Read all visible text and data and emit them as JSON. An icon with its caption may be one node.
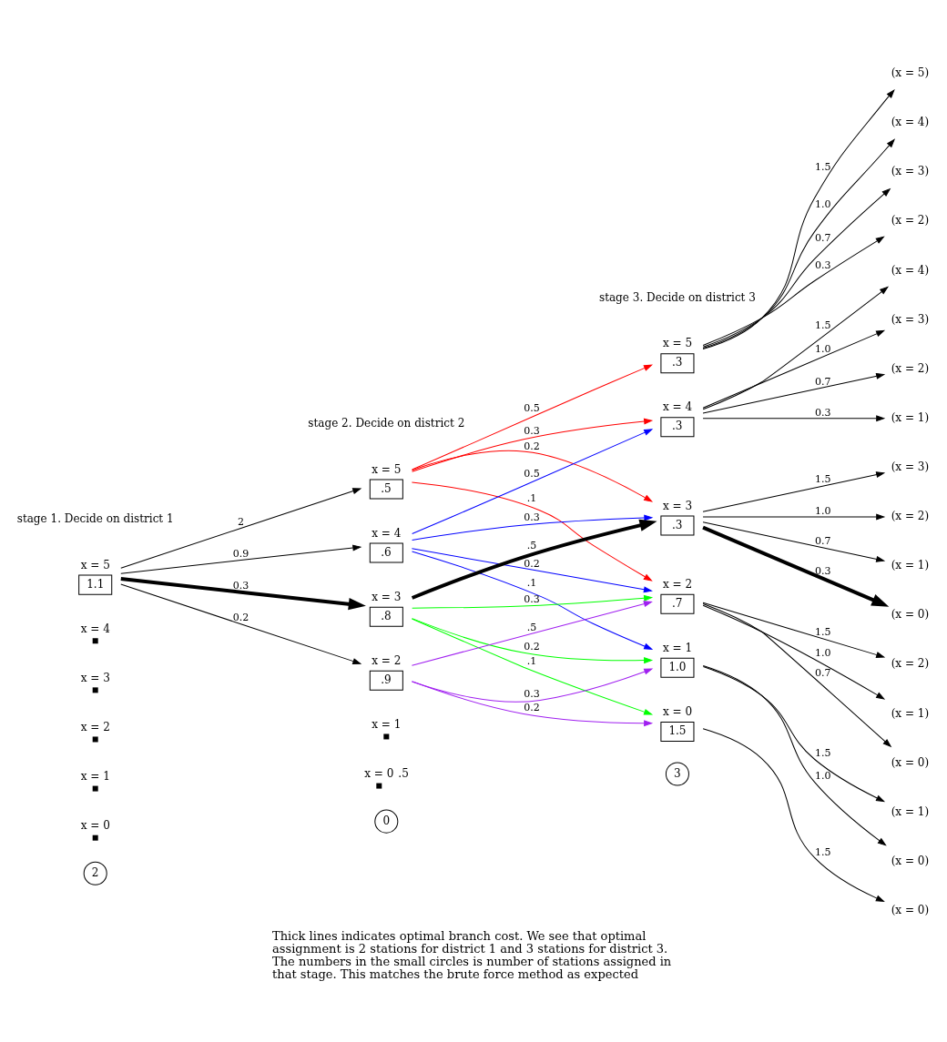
{
  "diagram": {
    "caption": "Thick lines indicates optimal branch cost. We see that optimal assignment is 2 stations for district 1 and 3 stations for district 3. The numbers in the small circles is number of stations assigned in that stage. This matches the brute force method as expected",
    "nodes": [
      {
        "text": [
          "x = 5",
          "1.1"
        ]
      },
      {
        "text": [
          "x = 4"
        ]
      },
      {
        "text": [
          "x = 3"
        ]
      },
      {
        "text": [
          "x = 2"
        ]
      },
      {
        "text": [
          "x = 1"
        ]
      },
      {
        "text": [
          "x = 0"
        ]
      },
      {
        "text": [
          "x = 5",
          ".5"
        ]
      },
      {
        "text": [
          "x = 4",
          ".6"
        ]
      },
      {
        "text": [
          "x = 3",
          ".8"
        ]
      },
      {
        "text": [
          "x = 2",
          ".9"
        ]
      },
      {
        "text": [
          "x = 1"
        ]
      },
      {
        "text": [
          "x = 0"
        ],
        "beside": [
          ".5"
        ]
      },
      {
        "text": [
          "x = 5",
          ".3"
        ]
      },
      {
        "text": [
          "x = 4",
          ".3"
        ]
      },
      {
        "text": [
          "x = 3",
          ".3"
        ]
      },
      {
        "text": [
          "x = 2",
          ".7"
        ]
      },
      {
        "text": [
          "x = 1",
          "1.0"
        ]
      },
      {
        "text": [
          "x = 0",
          "1.5"
        ]
      },
      {
        "text": [
          "(x = 5)"
        ]
      },
      {
        "text": [
          "(x = 4)"
        ]
      },
      {
        "text": [
          "(x = 3)"
        ]
      },
      {
        "text": [
          "(x = 2)"
        ]
      },
      {
        "text": [
          "(x = 4)"
        ]
      },
      {
        "text": [
          "(x = 3)"
        ]
      },
      {
        "text": [
          "(x = 2)"
        ]
      },
      {
        "text": [
          "(x = 1)"
        ]
      },
      {
        "text": [
          "(x = 3)"
        ]
      },
      {
        "text": [
          "(x = 2)"
        ]
      },
      {
        "text": [
          "(x = 1)"
        ]
      },
      {
        "text": [
          "(x = 0)"
        ]
      },
      {
        "text": [
          "(x = 2)"
        ]
      },
      {
        "text": [
          "(x = 1)"
        ]
      },
      {
        "text": [
          "(x = 0)"
        ]
      },
      {
        "text": [
          "(x = 1)"
        ]
      },
      {
        "text": [
          "(x = 0)"
        ]
      },
      {
        "text": [
          "(x = 0)"
        ]
      },
      {
        "text": [
          "2"
        ]
      },
      {
        "text": [
          "0"
        ]
      },
      {
        "text": [
          "3"
        ]
      }
    ],
    "edges": [
      {
        "from": 0,
        "to": 6,
        "arrow": "to",
        "label": "2"
      },
      {
        "from": 0,
        "to": 7,
        "arrow": "to",
        "label": "0.9"
      },
      {
        "from": 0,
        "to": 8,
        "arrow": "to",
        "label": "0.3",
        "style": "thick"
      },
      {
        "from": 0,
        "to": 9,
        "arrow": "to",
        "label": "0.2"
      },
      {
        "from": 6,
        "to": 12,
        "arrow": "to",
        "label": "0.5",
        "color": "#ff0000"
      },
      {
        "from": 6,
        "to": 13,
        "arrow": "to",
        "label": "0.3",
        "color": "#ff0000"
      },
      {
        "from": 6,
        "to": 14,
        "arrow": "to",
        "label": "0.2",
        "color": "#ff0000"
      },
      {
        "from": 6,
        "to": 15,
        "arrow": "to",
        "label": ".1",
        "color": "#ff0000"
      },
      {
        "from": 7,
        "to": 13,
        "arrow": "to",
        "label": "0.5",
        "color": "#0000ff"
      },
      {
        "from": 7,
        "to": 14,
        "arrow": "to",
        "label": "0.3",
        "color": "#0000ff"
      },
      {
        "from": 7,
        "to": 15,
        "arrow": "to",
        "label": "0.2",
        "color": "#0000ff"
      },
      {
        "from": 7,
        "to": 16,
        "arrow": "to",
        "label": ".1",
        "color": "#0000ff"
      },
      {
        "from": 8,
        "to": 14,
        "arrow": "to",
        "label": ".5",
        "style": "thick"
      },
      {
        "from": 8,
        "to": 15,
        "arrow": "to",
        "label": "0.3",
        "color": "#00ff00"
      },
      {
        "from": 8,
        "to": 16,
        "arrow": "to",
        "label": "0.2",
        "color": "#00ff00"
      },
      {
        "from": 8,
        "to": 17,
        "arrow": "to",
        "label": ".1",
        "color": "#00ff00"
      },
      {
        "from": 9,
        "to": 15,
        "arrow": "to",
        "label": ".5",
        "color": "#a020f0"
      },
      {
        "from": 9,
        "to": 16,
        "arrow": "to",
        "label": "0.3",
        "color": "#a020f0"
      },
      {
        "from": 9,
        "to": 17,
        "arrow": "to",
        "label": "0.2",
        "color": "#a020f0"
      },
      {
        "from": 12,
        "to": 18,
        "arrow": "to",
        "label": "1.5"
      },
      {
        "from": 12,
        "to": 19,
        "arrow": "to",
        "label": "1.0"
      },
      {
        "from": 12,
        "to": 20,
        "arrow": "to",
        "label": "0.7"
      },
      {
        "from": 12,
        "to": 21,
        "arrow": "to",
        "label": "0.3"
      },
      {
        "from": 13,
        "to": 22,
        "arrow": "to",
        "label": "1.5"
      },
      {
        "from": 13,
        "to": 23,
        "arrow": "to",
        "label": "1.0"
      },
      {
        "from": 13,
        "to": 24,
        "arrow": "to",
        "label": "0.7"
      },
      {
        "from": 13,
        "to": 25,
        "arrow": "to",
        "label": "0.3"
      },
      {
        "from": 14,
        "to": 26,
        "arrow": "to",
        "label": "1.5"
      },
      {
        "from": 14,
        "to": 27,
        "arrow": "to",
        "label": "1.0"
      },
      {
        "from": 14,
        "to": 28,
        "arrow": "to",
        "label": "0.7"
      },
      {
        "from": 14,
        "to": 29,
        "arrow": "to",
        "label": "0.3",
        "style": "thick"
      },
      {
        "from": 15,
        "to": 30,
        "arrow": "to",
        "label": "1.5"
      },
      {
        "from": 15,
        "to": 31,
        "arrow": "to",
        "label": "1.0"
      },
      {
        "from": 15,
        "to": 32,
        "arrow": "to",
        "label": "0.7"
      },
      {
        "from": 16,
        "to": 33,
        "arrow": "to",
        "label": "1.5"
      },
      {
        "from": 16,
        "to": 34,
        "arrow": "to",
        "label": "1.0"
      },
      {
        "from": 17,
        "to": 35,
        "arrow": "to",
        "label": "1.5"
      }
    ],
    "labels": [
      "stage 1. Decide on district 1",
      "stage 2. Decide on district 2",
      "stage 3. Decide on district 3"
    ]
  }
}
